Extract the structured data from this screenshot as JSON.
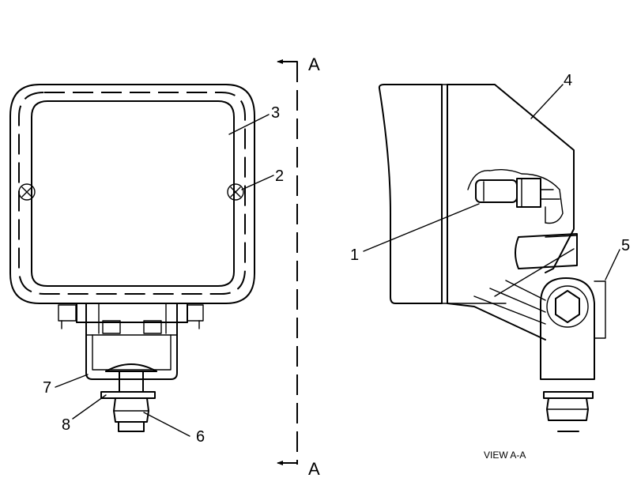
{
  "section": {
    "top_label": "A",
    "bottom_label": "A"
  },
  "callouts": {
    "c1": "1",
    "c2": "2",
    "c3": "3",
    "c4": "4",
    "c5": "5",
    "c6": "6",
    "c7": "7",
    "c8": "8"
  },
  "view_caption": "VIEW A-A"
}
